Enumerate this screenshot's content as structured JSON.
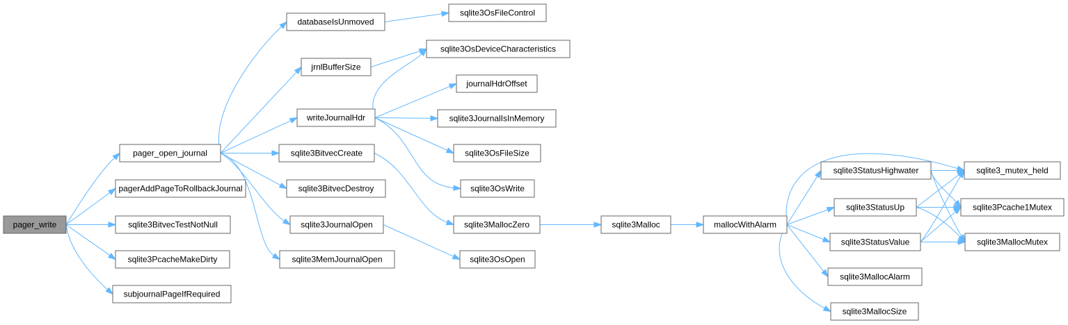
{
  "graph": {
    "root": "pager_write",
    "nodes": [
      {
        "id": "pager_write",
        "label": "pager_write",
        "root": true
      },
      {
        "id": "pager_open_journal",
        "label": "pager_open_journal"
      },
      {
        "id": "pagerAddPageToRollbackJournal",
        "label": "pagerAddPageToRollbackJournal"
      },
      {
        "id": "sqlite3BitvecTestNotNull",
        "label": "sqlite3BitvecTestNotNull"
      },
      {
        "id": "sqlite3PcacheMakeDirty",
        "label": "sqlite3PcacheMakeDirty"
      },
      {
        "id": "subjournalPageIfRequired",
        "label": "subjournalPageIfRequired"
      },
      {
        "id": "databaseIsUnmoved",
        "label": "databaseIsUnmoved"
      },
      {
        "id": "jrnlBufferSize",
        "label": "jrnlBufferSize"
      },
      {
        "id": "writeJournalHdr",
        "label": "writeJournalHdr"
      },
      {
        "id": "sqlite3BitvecCreate",
        "label": "sqlite3BitvecCreate"
      },
      {
        "id": "sqlite3BitvecDestroy",
        "label": "sqlite3BitvecDestroy"
      },
      {
        "id": "sqlite3JournalOpen",
        "label": "sqlite3JournalOpen"
      },
      {
        "id": "sqlite3MemJournalOpen",
        "label": "sqlite3MemJournalOpen"
      },
      {
        "id": "sqlite3OsFileControl",
        "label": "sqlite3OsFileControl"
      },
      {
        "id": "sqlite3OsDeviceCharacteristics",
        "label": "sqlite3OsDeviceCharacteristics"
      },
      {
        "id": "journalHdrOffset",
        "label": "journalHdrOffset"
      },
      {
        "id": "sqlite3JournalIsInMemory",
        "label": "sqlite3JournalIsInMemory"
      },
      {
        "id": "sqlite3OsFileSize",
        "label": "sqlite3OsFileSize"
      },
      {
        "id": "sqlite3OsWrite",
        "label": "sqlite3OsWrite"
      },
      {
        "id": "sqlite3MallocZero",
        "label": "sqlite3MallocZero"
      },
      {
        "id": "sqlite3OsOpen",
        "label": "sqlite3OsOpen"
      },
      {
        "id": "sqlite3Malloc",
        "label": "sqlite3Malloc"
      },
      {
        "id": "mallocWithAlarm",
        "label": "mallocWithAlarm"
      },
      {
        "id": "sqlite3StatusHighwater",
        "label": "sqlite3StatusHighwater"
      },
      {
        "id": "sqlite3StatusUp",
        "label": "sqlite3StatusUp"
      },
      {
        "id": "sqlite3StatusValue",
        "label": "sqlite3StatusValue"
      },
      {
        "id": "sqlite3MallocAlarm",
        "label": "sqlite3MallocAlarm"
      },
      {
        "id": "sqlite3MallocSize",
        "label": "sqlite3MallocSize"
      },
      {
        "id": "sqlite3_mutex_held",
        "label": "sqlite3_mutex_held"
      },
      {
        "id": "sqlite3Pcache1Mutex",
        "label": "sqlite3Pcache1Mutex"
      },
      {
        "id": "sqlite3MallocMutex",
        "label": "sqlite3MallocMutex"
      }
    ],
    "edges": [
      [
        "pager_write",
        "pager_open_journal"
      ],
      [
        "pager_write",
        "pagerAddPageToRollbackJournal"
      ],
      [
        "pager_write",
        "sqlite3BitvecTestNotNull"
      ],
      [
        "pager_write",
        "sqlite3PcacheMakeDirty"
      ],
      [
        "pager_write",
        "subjournalPageIfRequired"
      ],
      [
        "pager_open_journal",
        "databaseIsUnmoved"
      ],
      [
        "pager_open_journal",
        "jrnlBufferSize"
      ],
      [
        "pager_open_journal",
        "writeJournalHdr"
      ],
      [
        "pager_open_journal",
        "sqlite3BitvecCreate"
      ],
      [
        "pager_open_journal",
        "sqlite3BitvecDestroy"
      ],
      [
        "pager_open_journal",
        "sqlite3JournalOpen"
      ],
      [
        "pager_open_journal",
        "sqlite3MemJournalOpen"
      ],
      [
        "databaseIsUnmoved",
        "sqlite3OsFileControl"
      ],
      [
        "jrnlBufferSize",
        "sqlite3OsDeviceCharacteristics"
      ],
      [
        "writeJournalHdr",
        "sqlite3OsDeviceCharacteristics"
      ],
      [
        "writeJournalHdr",
        "journalHdrOffset"
      ],
      [
        "writeJournalHdr",
        "sqlite3JournalIsInMemory"
      ],
      [
        "writeJournalHdr",
        "sqlite3OsFileSize"
      ],
      [
        "writeJournalHdr",
        "sqlite3OsWrite"
      ],
      [
        "sqlite3BitvecCreate",
        "sqlite3MallocZero"
      ],
      [
        "sqlite3JournalOpen",
        "sqlite3OsOpen"
      ],
      [
        "sqlite3MallocZero",
        "sqlite3Malloc"
      ],
      [
        "sqlite3Malloc",
        "mallocWithAlarm"
      ],
      [
        "mallocWithAlarm",
        "sqlite3_mutex_held"
      ],
      [
        "mallocWithAlarm",
        "sqlite3StatusHighwater"
      ],
      [
        "mallocWithAlarm",
        "sqlite3StatusUp"
      ],
      [
        "mallocWithAlarm",
        "sqlite3StatusValue"
      ],
      [
        "mallocWithAlarm",
        "sqlite3MallocAlarm"
      ],
      [
        "mallocWithAlarm",
        "sqlite3MallocSize"
      ],
      [
        "sqlite3StatusHighwater",
        "sqlite3_mutex_held"
      ],
      [
        "sqlite3StatusHighwater",
        "sqlite3Pcache1Mutex"
      ],
      [
        "sqlite3StatusHighwater",
        "sqlite3MallocMutex"
      ],
      [
        "sqlite3StatusUp",
        "sqlite3_mutex_held"
      ],
      [
        "sqlite3StatusUp",
        "sqlite3Pcache1Mutex"
      ],
      [
        "sqlite3StatusUp",
        "sqlite3MallocMutex"
      ],
      [
        "sqlite3StatusValue",
        "sqlite3_mutex_held"
      ],
      [
        "sqlite3StatusValue",
        "sqlite3Pcache1Mutex"
      ],
      [
        "sqlite3StatusValue",
        "sqlite3MallocMutex"
      ]
    ]
  },
  "colors": {
    "edge": "#63b8ff",
    "root_fill": "#999999",
    "node_fill": "#ffffff",
    "node_border": "#666666"
  }
}
